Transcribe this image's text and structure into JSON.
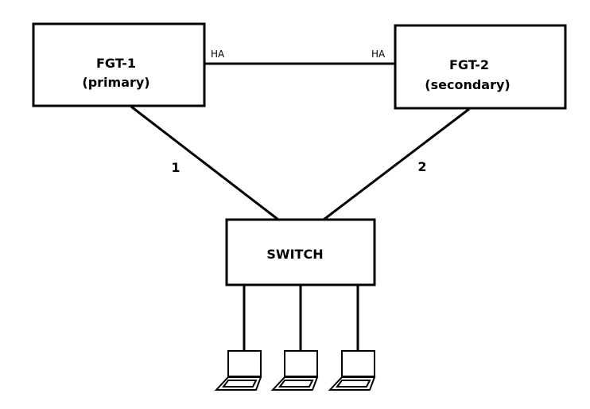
{
  "colors": {
    "stroke": "#000000",
    "background": "#ffffff"
  },
  "nodes": {
    "fgt1": {
      "name": "FGT-1",
      "role": "(primary)",
      "port": "HA"
    },
    "fgt2": {
      "name": "FGT-2",
      "role": "(secondary)",
      "port": "HA"
    },
    "switch": {
      "name": "SWITCH"
    }
  },
  "links": {
    "fgt1_to_switch": "1",
    "fgt2_to_switch": "2"
  },
  "clients": [
    {
      "icon": "laptop-icon"
    },
    {
      "icon": "laptop-icon"
    },
    {
      "icon": "laptop-icon"
    }
  ]
}
